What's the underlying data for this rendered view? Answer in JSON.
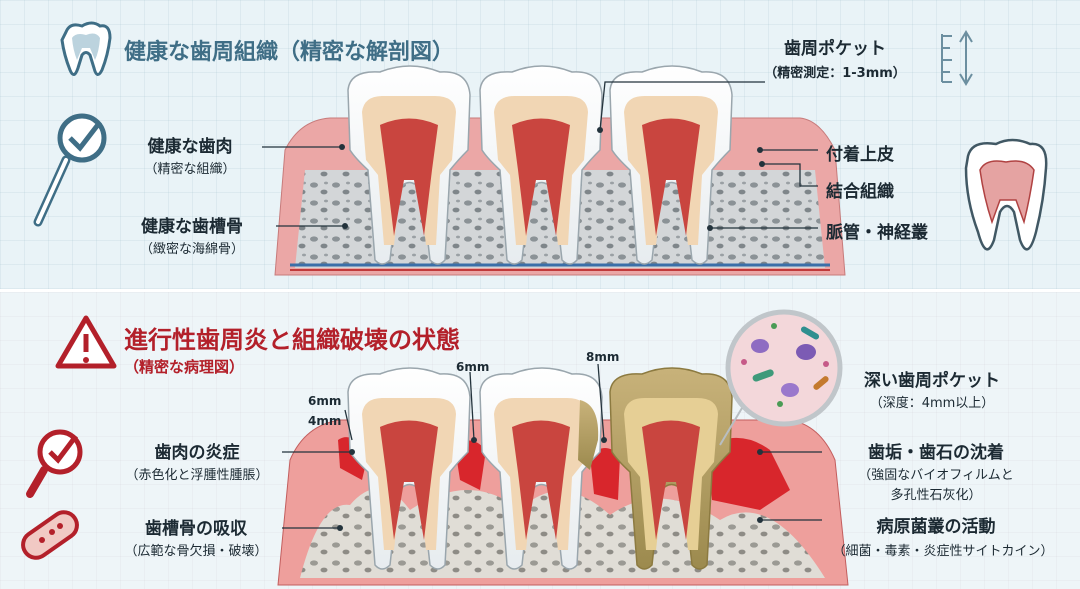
{
  "top": {
    "title": "健康な歯周組織（精密な解剖図）",
    "left_labels": [
      {
        "main": "健康な歯肉",
        "sub": "（精密な組織）"
      },
      {
        "main": "健康な歯槽骨",
        "sub": "（緻密な海綿骨）"
      }
    ],
    "pocket": {
      "main": "歯周ポケット",
      "sub": "（精密測定：1-3mm）"
    },
    "right_labels": [
      "付着上皮",
      "結合組織",
      "脈管・神経叢"
    ]
  },
  "bottom": {
    "title": "進行性歯周炎と組織破壊の状態",
    "subtitle": "（精密な病理図）",
    "depths": [
      "6mm",
      "4mm",
      "6mm",
      "8mm"
    ],
    "left_labels": [
      {
        "main": "歯肉の炎症",
        "sub": "（赤色化と浮腫性腫脹）"
      },
      {
        "main": "歯槽骨の吸収",
        "sub": "（広範な骨欠損・破壊）"
      }
    ],
    "right_labels": [
      {
        "main": "深い歯周ポケット",
        "sub": "（深度：4mm以上）"
      },
      {
        "main": "歯垢・歯石の沈着",
        "sub": "（強固なバイオフィルムと",
        "sub2": "多孔性石灰化）"
      },
      {
        "main": "病原菌叢の活動",
        "sub": "（細菌・毒素・炎症性サイトカイン）"
      }
    ]
  },
  "icons": [
    "tooth-icon",
    "magnifier-check-icon",
    "ruler-icon",
    "warning-icon",
    "magnifier-check-red-icon",
    "bacteria-icon"
  ],
  "colors": {
    "healthy_title": "#3f6e86",
    "disease_title": "#b3202a",
    "gum": "#e58c8f",
    "inflamed_gum": "#d8262c",
    "bone": "#c9cdcf",
    "tartar": "#b7a15e"
  }
}
